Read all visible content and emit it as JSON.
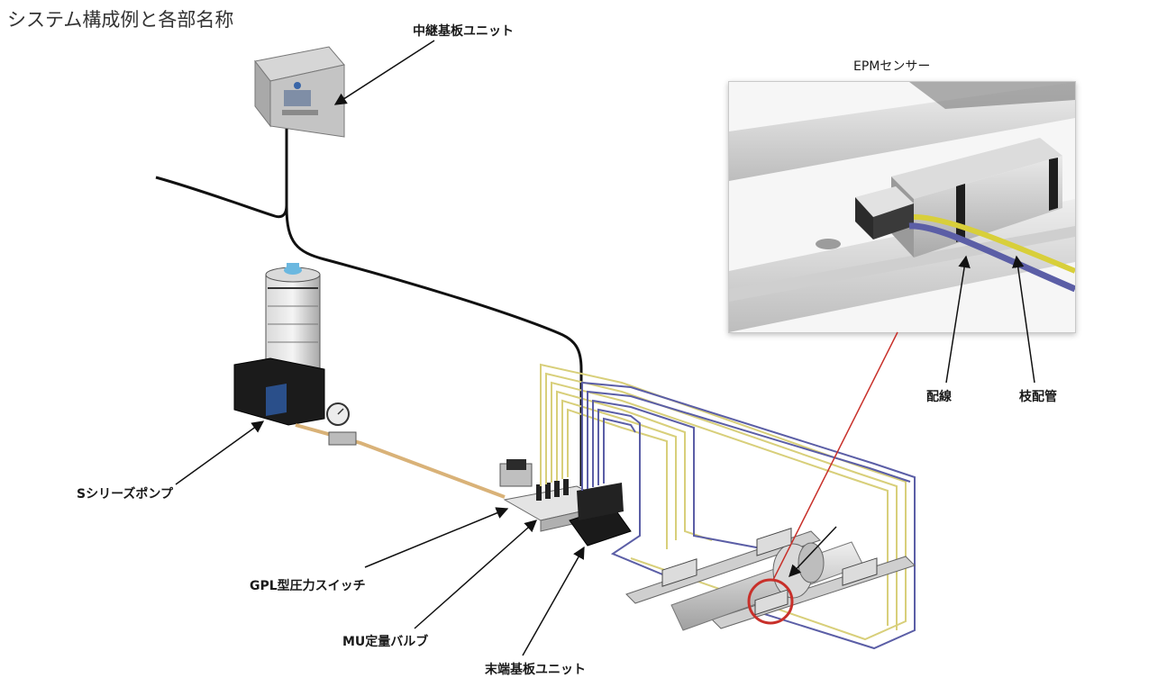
{
  "title": "システム構成例と各部名称",
  "labels": {
    "relay_unit": "中継基板ユニット",
    "epm_sensor": "EPMセンサー",
    "wiring": "配線",
    "branch_piping": "枝配管",
    "pump": "Sシリーズポンプ",
    "pressure_switch": "GPL型圧力スイッチ",
    "valve": "MU定量バルブ",
    "end_unit": "末端基板ユニット"
  },
  "colors": {
    "cable": "#111111",
    "yellow_pipe": "#d8cf7a",
    "blue_pipe": "#5b5ea6",
    "orange_pipe": "#d9b278",
    "highlight": "#c8302a"
  }
}
